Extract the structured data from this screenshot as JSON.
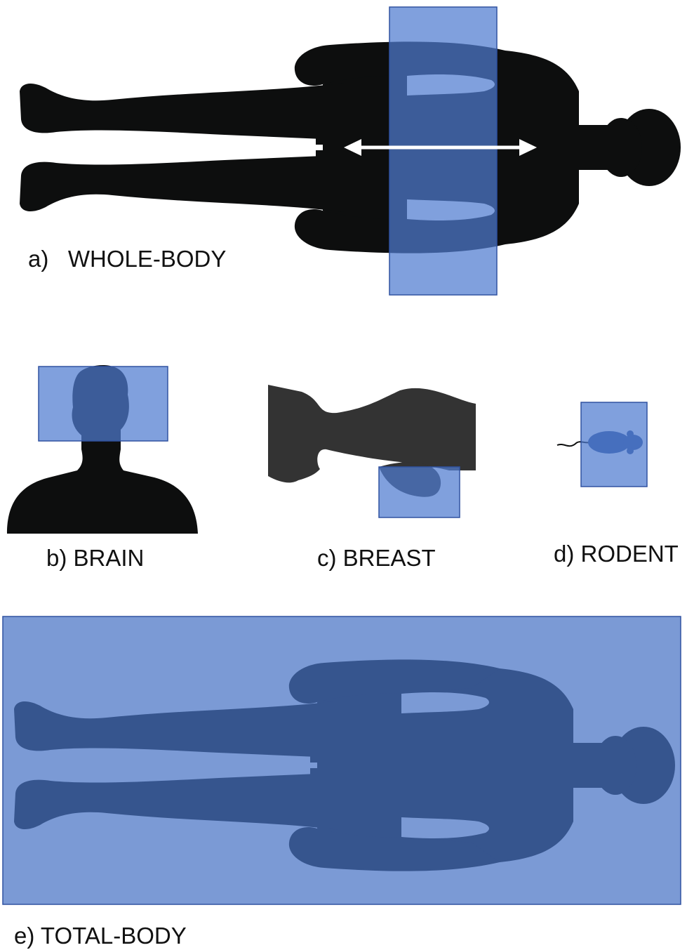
{
  "colors": {
    "silhouette": "#0d0e0e",
    "breast_silhouette": "#333333",
    "fov_fill": "#4f7bd0",
    "fov_border": "#3052a0",
    "overlap": "#36558e",
    "arrow": "#ffffff"
  },
  "panels": {
    "whole_body": {
      "label": "a)   WHOLE-BODY"
    },
    "brain": {
      "label": "b) BRAIN"
    },
    "breast": {
      "label": "c) BREAST"
    },
    "rodent": {
      "label": "d) RODENT"
    },
    "total_body": {
      "label": "e) TOTAL-BODY"
    }
  }
}
